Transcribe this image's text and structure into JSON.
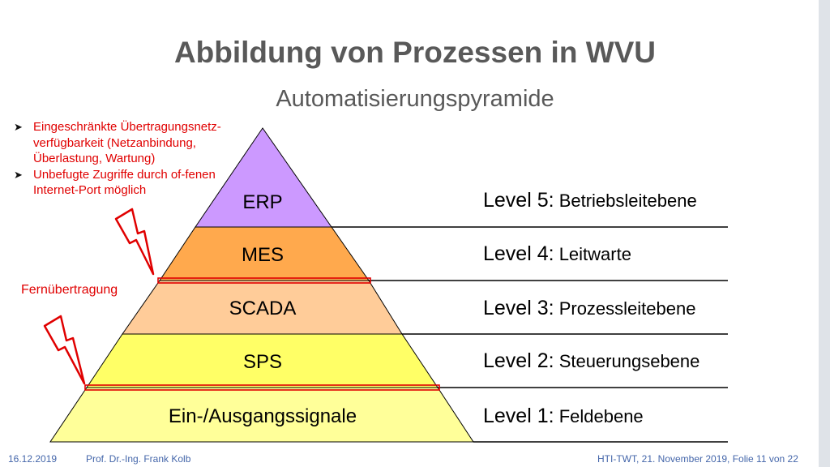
{
  "header": {
    "title": "Abbildung von Prozessen in WVU",
    "subtitle": "Automatisierungspyramide"
  },
  "risks": [
    "Eingeschränkte Übertragungsnetz-verfügbarkeit (Netzanbindung, Überlastung, Wartung)",
    "Unbefugte Zugriffe durch of-fenen Internet-Port möglich"
  ],
  "remote_label": "Fernübertragung",
  "pyramid": {
    "layers": [
      {
        "label": "ERP",
        "color": "#cc99ff"
      },
      {
        "label": "MES",
        "color": "#ffa94d"
      },
      {
        "label": "SCADA",
        "color": "#ffcc99"
      },
      {
        "label": "SPS",
        "color": "#ffff66"
      },
      {
        "label": "Ein-/Ausgangssignale",
        "color": "#ffff99"
      }
    ]
  },
  "levels": [
    {
      "key": "Level 5:",
      "name": "Betriebsleitebene"
    },
    {
      "key": "Level 4:",
      "name": "Leitwarte"
    },
    {
      "key": "Level 3:",
      "name": "Prozessleitebene"
    },
    {
      "key": "Level 2:",
      "name": "Steuerungsebene"
    },
    {
      "key": "Level 1:",
      "name": "Feldebene"
    }
  ],
  "footer": {
    "date": "16.12.2019",
    "author": "Prof. Dr.-Ing. Frank Kolb",
    "slide": "HTI-TWT, 21. November 2019, Folie 11 von 22"
  }
}
